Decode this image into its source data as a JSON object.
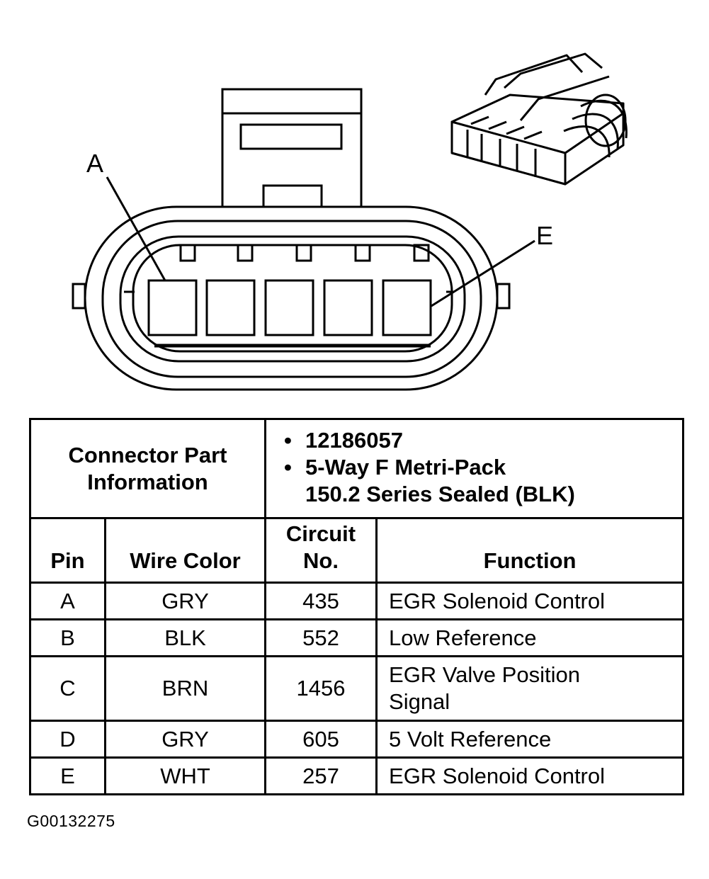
{
  "diagram": {
    "pin_labels": [
      "A",
      "E"
    ],
    "pin_count": 5
  },
  "part_info": {
    "heading_line1": "Connector Part",
    "heading_line2": "Information",
    "bullets": [
      "12186057",
      "5-Way F Metri-Pack",
      "150.2 Series Sealed (BLK)"
    ]
  },
  "table": {
    "headers": {
      "pin": "Pin",
      "wire_color": "Wire Color",
      "circuit_line1": "Circuit",
      "circuit_line2": "No.",
      "function": "Function"
    },
    "rows": [
      {
        "pin": "A",
        "wire_color": "GRY",
        "circuit": "435",
        "function": "EGR Solenoid Control"
      },
      {
        "pin": "B",
        "wire_color": "BLK",
        "circuit": "552",
        "function": "Low Reference"
      },
      {
        "pin": "C",
        "wire_color": "BRN",
        "circuit": "1456",
        "function_line1": "EGR Valve Position",
        "function_line2": "Signal"
      },
      {
        "pin": "D",
        "wire_color": "GRY",
        "circuit": "605",
        "function": "5 Volt Reference"
      },
      {
        "pin": "E",
        "wire_color": "WHT",
        "circuit": "257",
        "function": "EGR Solenoid Control"
      }
    ]
  },
  "figure_code": "G00132275"
}
